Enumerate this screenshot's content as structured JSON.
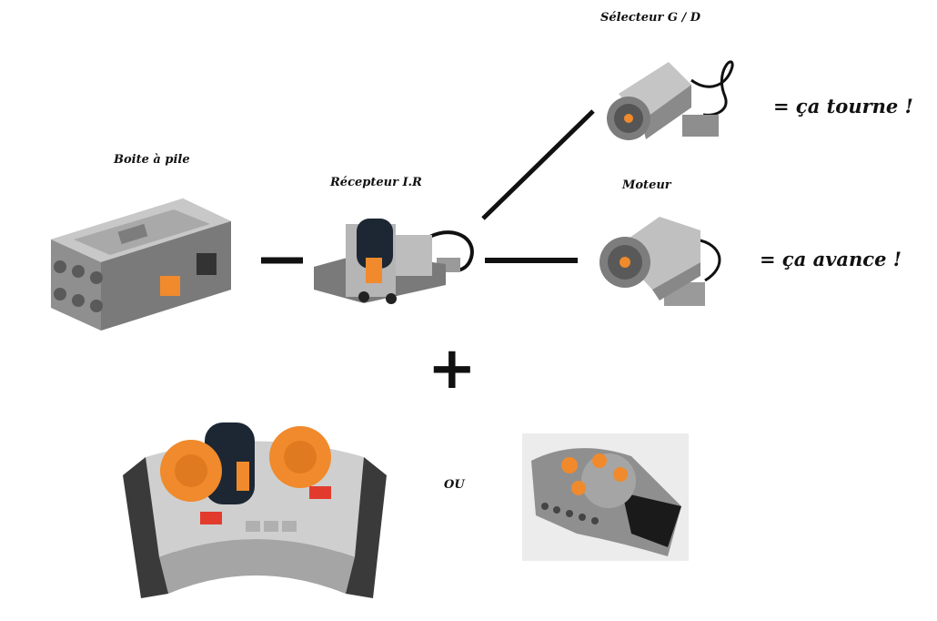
{
  "labels": {
    "battery": "Boite à pile",
    "receiver": "Récepteur I.R",
    "selector": "Sélecteur G / D",
    "motor": "Moteur",
    "or": "OU"
  },
  "results": {
    "turn": "= ça tourne !",
    "forward": "= ça avance !"
  },
  "plus": "+",
  "colors": {
    "grey_light": "#c9c9c9",
    "grey_mid": "#9a9a9a",
    "grey_dark": "#5a5a5a",
    "orange": "#f08a2c",
    "black": "#1a1a1a",
    "red": "#e23b2e"
  }
}
